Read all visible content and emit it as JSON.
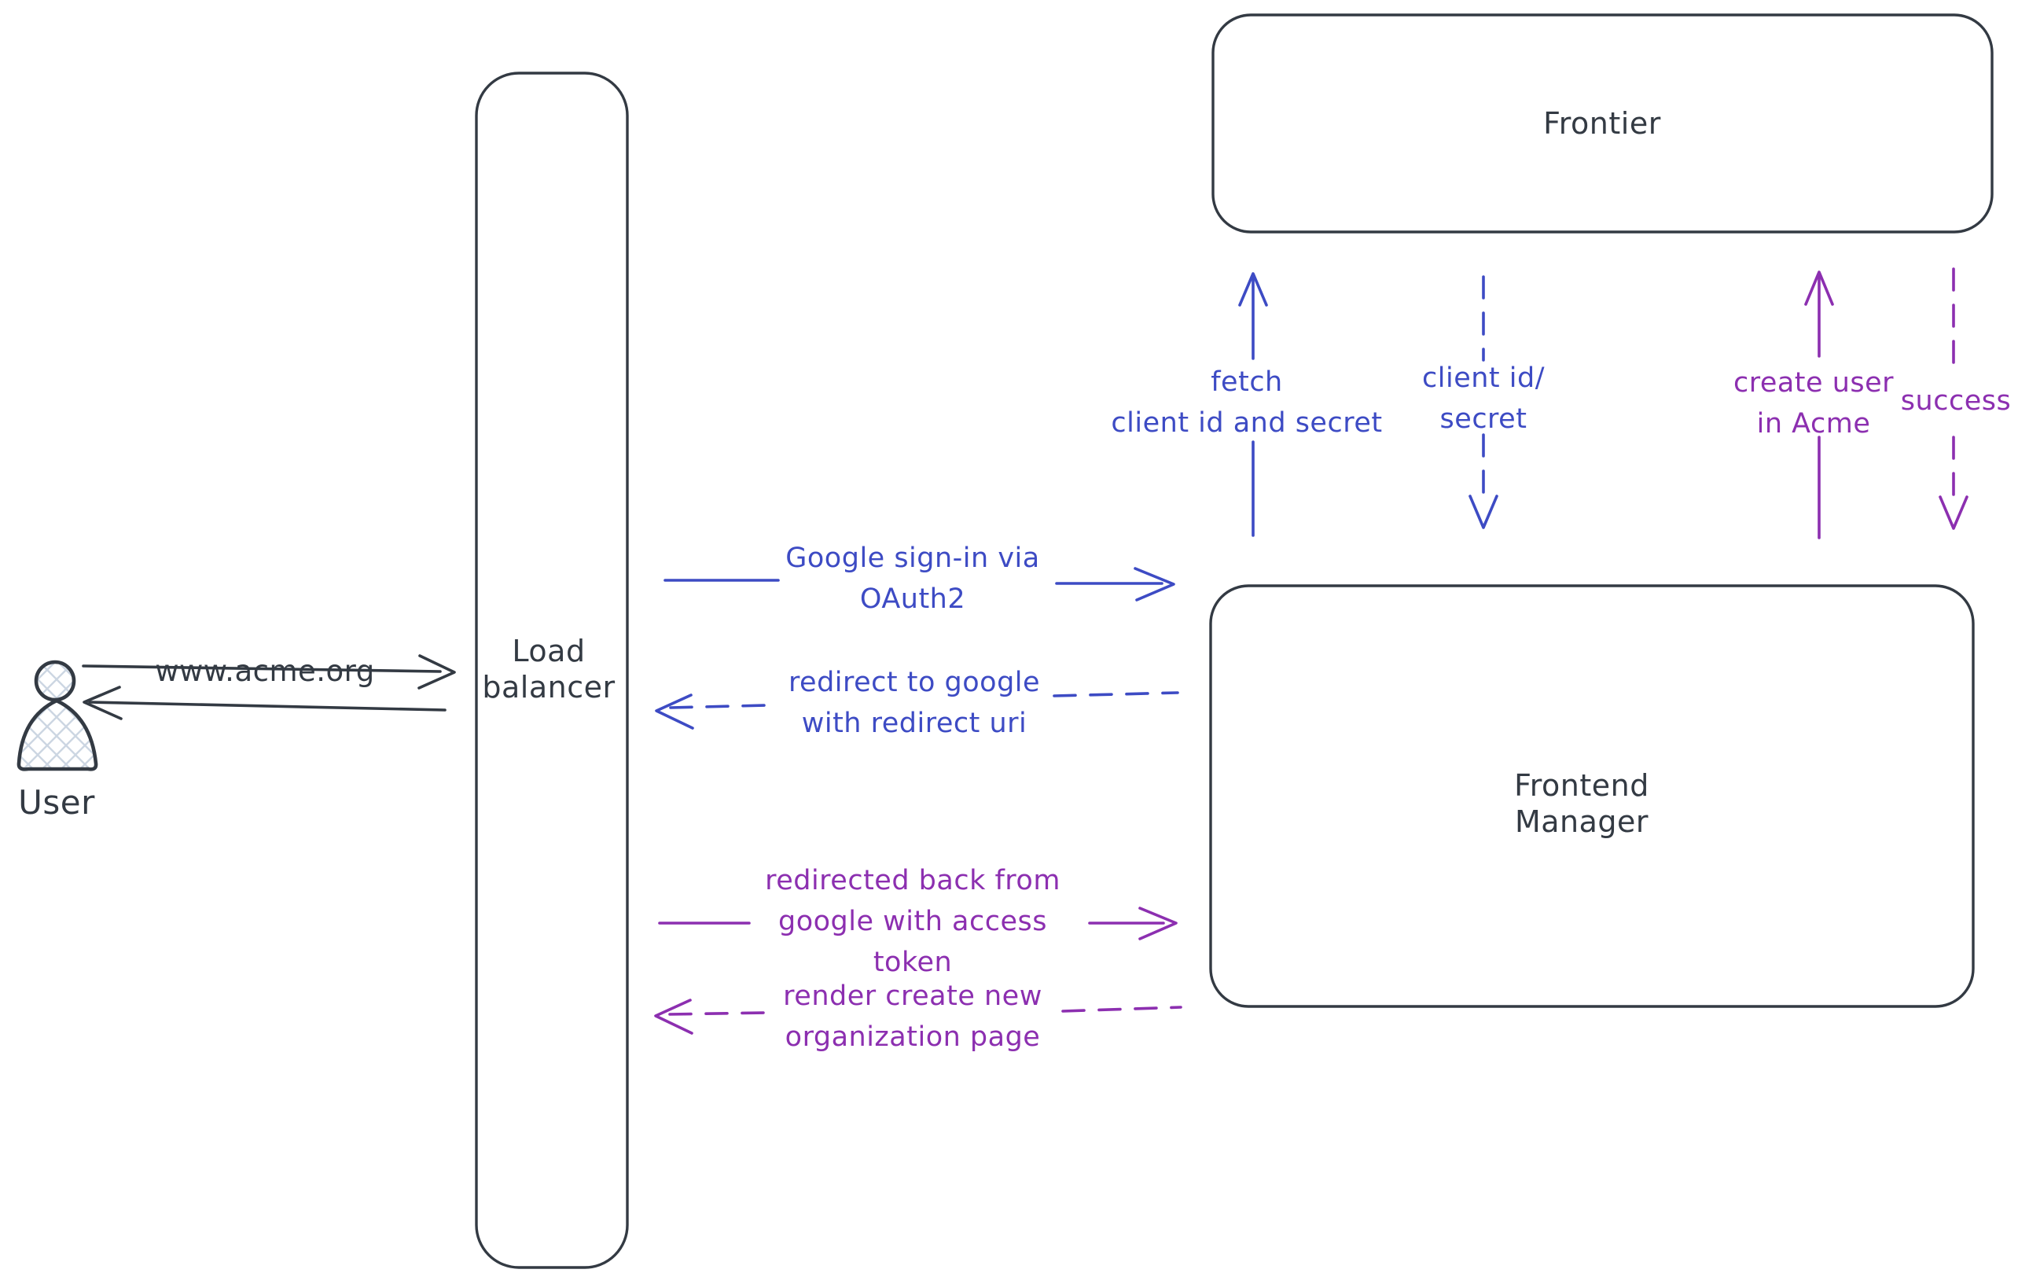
{
  "colors": {
    "background": "#ffffff",
    "ink": "#333a43",
    "blue": "#3d4bc4",
    "purple": "#8c2fb0",
    "hatch": "#ccd6e2"
  },
  "nodes": {
    "user": {
      "label": "User"
    },
    "load_balancer": {
      "label": "Load\nbalancer"
    },
    "frontier": {
      "label": "Frontier"
    },
    "frontend_manager": {
      "label": "Frontend\nManager"
    }
  },
  "edges": {
    "www_acme": {
      "label": "www.acme.org",
      "from": "User",
      "to": "Load balancer",
      "style": "solid"
    },
    "lb_response": {
      "label": "",
      "from": "Load balancer",
      "to": "User",
      "style": "solid"
    },
    "google_signin": {
      "label": "Google sign-in via\nOAuth2",
      "from": "Load balancer",
      "to": "Frontend Manager",
      "style": "solid"
    },
    "redirect_to_google": {
      "label": "redirect to google\nwith redirect uri",
      "from": "Frontend Manager",
      "to": "Load balancer",
      "style": "dashed"
    },
    "fetch_client_id": {
      "label": "fetch\nclient id and secret",
      "from": "Frontend Manager",
      "to": "Frontier",
      "style": "solid"
    },
    "client_id_secret": {
      "label": "client id/\nsecret",
      "from": "Frontier",
      "to": "Frontend Manager",
      "style": "dashed"
    },
    "create_user": {
      "label": "create user\nin Acme",
      "from": "Frontend Manager",
      "to": "Frontier",
      "style": "solid"
    },
    "success": {
      "label": "success",
      "from": "Frontier",
      "to": "Frontend Manager",
      "style": "dashed"
    },
    "redirected_back": {
      "label": "redirected back from\ngoogle with access\ntoken",
      "from": "Load balancer",
      "to": "Frontend Manager",
      "style": "solid"
    },
    "render_org_page": {
      "label": "render create new\norganization page",
      "from": "Frontend Manager",
      "to": "Load balancer",
      "style": "dashed"
    }
  }
}
